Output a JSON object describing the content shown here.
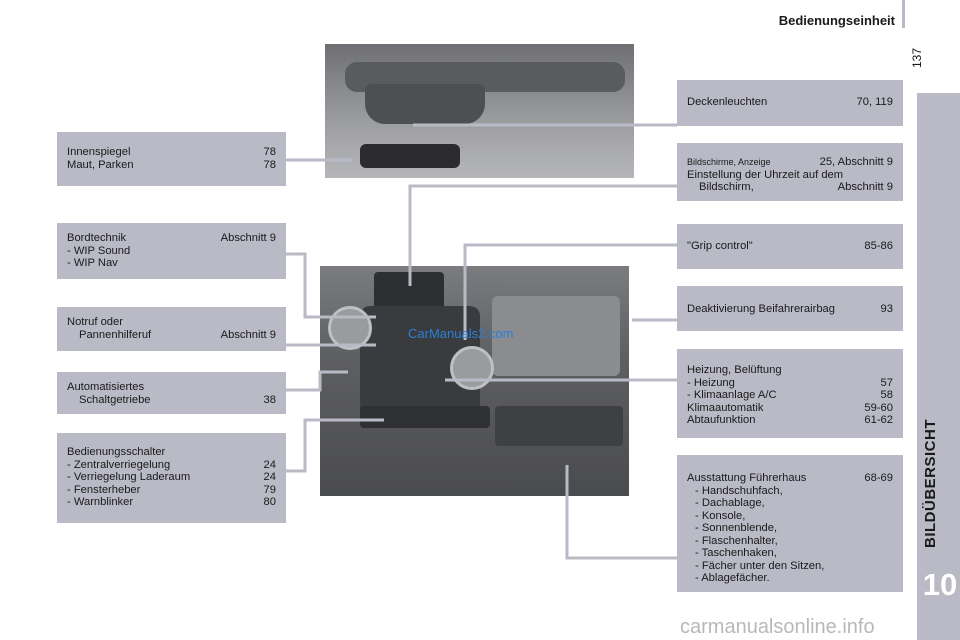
{
  "header": {
    "title": "Bedienungseinheit",
    "page_number": "137"
  },
  "sidebar": {
    "label": "BILDÜBERSICHT",
    "chapter": "10"
  },
  "left_boxes": {
    "innenspiegel": {
      "l1": "Innenspiegel",
      "p1": "78",
      "l2": "Maut, Parken",
      "p2": "78"
    },
    "bordtechnik": {
      "l1": "Bordtechnik",
      "p1": "Abschnitt 9",
      "i1": "-  WIP Sound",
      "i2": "-  WIP Nav"
    },
    "notruf": {
      "l1": "Notruf oder",
      "l2": "Pannenhilferuf",
      "p2": "Abschnitt 9"
    },
    "getriebe": {
      "l1": "Automatisiertes",
      "l2": "Schaltgetriebe",
      "p2": "38"
    },
    "schalter": {
      "title": "Bedienungsschalter",
      "items": [
        {
          "label": "-  Zentralverriegelung",
          "page": "24"
        },
        {
          "label": "-  Verriegelung Laderaum",
          "page": "24"
        },
        {
          "label": "-  Fensterheber",
          "page": "79"
        },
        {
          "label": "-  Warnblinker",
          "page": "80"
        }
      ]
    }
  },
  "right_boxes": {
    "deckenleuchten": {
      "label": "Deckenleuchten",
      "page": "70, 119"
    },
    "bildschirme": {
      "label": "Bildschirme, Anzeige",
      "page": "25, Abschnitt 9",
      "l2": "Einstellung der Uhrzeit auf dem",
      "l3": "Bildschirm,",
      "p3": "Abschnitt 9"
    },
    "grip": {
      "label": "\"Grip control\"",
      "page": "85-86"
    },
    "airbag": {
      "label": "Deaktivierung Beifahrerairbag",
      "page": "93"
    },
    "heizung": {
      "title": "Heizung, Belüftung",
      "items": [
        {
          "label": "-  Heizung",
          "page": "57"
        },
        {
          "label": "-  Klimaanlage A/C",
          "page": "58"
        },
        {
          "label": "Klimaautomatik",
          "page": "59-60"
        },
        {
          "label": "Abtaufunktion",
          "page": "61-62"
        }
      ]
    },
    "ausstattung": {
      "title": "Ausstattung Führerhaus",
      "page": "68-69",
      "items": [
        "-  Handschuhfach,",
        "-  Dachablage,",
        "-  Konsole,",
        "-  Sonnenblende,",
        "-  Flaschenhalter,",
        "-  Taschenhaken,",
        "-  Fächer unter den Sitzen,",
        "-  Ablagefächer."
      ]
    }
  },
  "watermarks": {
    "center": "CarManuals2.com",
    "footer": "carmanualsonline.info"
  },
  "colors": {
    "box_bg": "#b9bac6",
    "connector": "#b9bac6"
  }
}
